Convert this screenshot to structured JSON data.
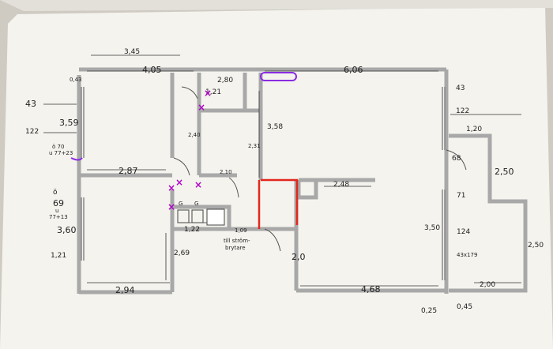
{
  "colors": {
    "paper": "#f4f3ee",
    "wall": "#a8a8a8",
    "ink": "#222222",
    "accent_red": "#e3261c",
    "accent_purple": "#8a2be2"
  },
  "labels": {
    "top_345": "3,45",
    "top_405": "4,05",
    "top_606": "6,06",
    "left_043": "0,43",
    "left_43": "43",
    "left_359": "3,59",
    "left_122": "122",
    "left_070": "ö 70",
    "left_7723": "u 77+23",
    "left_0_lower": "ö",
    "left_69": "69",
    "left_u": "u",
    "left_7713": "77+13",
    "left_360": "3,60",
    "left_121": "1,21",
    "bath_280": "2,80",
    "bath_121": "1,21",
    "hall_240": "2,40",
    "hall_231": "2,31",
    "hall_210": "2,10",
    "mid_358": "3,58",
    "room_287": "2,87",
    "lower_122": "1,22",
    "lower_109": "1,09",
    "lower_269": "2,69",
    "lower_294": "2,94",
    "switch_note_1": "till ström-",
    "switch_note_2": "brytare",
    "right_248": "2,48",
    "right_20": "2,0",
    "right_468": "4,68",
    "right_350": "3,50",
    "right_43": "43",
    "right_122": "122",
    "right_71": "71",
    "right_124": "124",
    "right_43x179": "43x179",
    "bal_120": "1,20",
    "bal_68": "68",
    "bal_250a": "2,50",
    "bal_250b": "2,50",
    "bal_200": "2,00",
    "bot_025": "0,25",
    "bot_045": "0,45",
    "kitchen_G1": "G",
    "kitchen_G2": "G"
  }
}
